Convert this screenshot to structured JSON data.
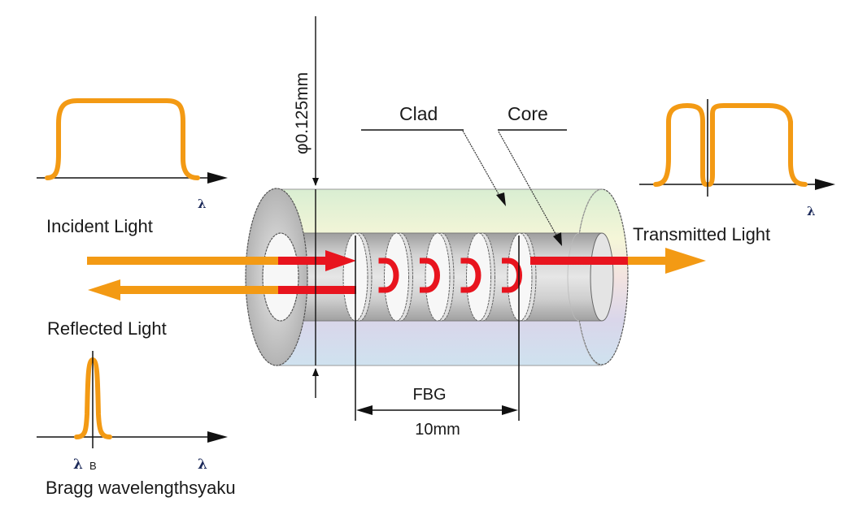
{
  "labels": {
    "incident": "Incident Light",
    "reflected": "Reflected Light",
    "transmitted": "Transmitted Light",
    "clad": "Clad",
    "core": "Core",
    "diameter": "φ0.125mm",
    "fbg": "FBG",
    "length": "10mm",
    "bragg": "Bragg wavelengthsyaku",
    "lambda": "λ",
    "lambda_b_sub": "B"
  },
  "colors": {
    "light_orange": "#f39a14",
    "grating_red": "#e8141e",
    "axis": "#111111",
    "clad_gray": "#b9b9b9"
  },
  "spectra": {
    "incident": "broadband flat-top",
    "reflected": "narrow peak at Bragg wavelength",
    "transmitted": "broadband with notch at Bragg wavelength"
  },
  "grating": {
    "planes": 5
  }
}
